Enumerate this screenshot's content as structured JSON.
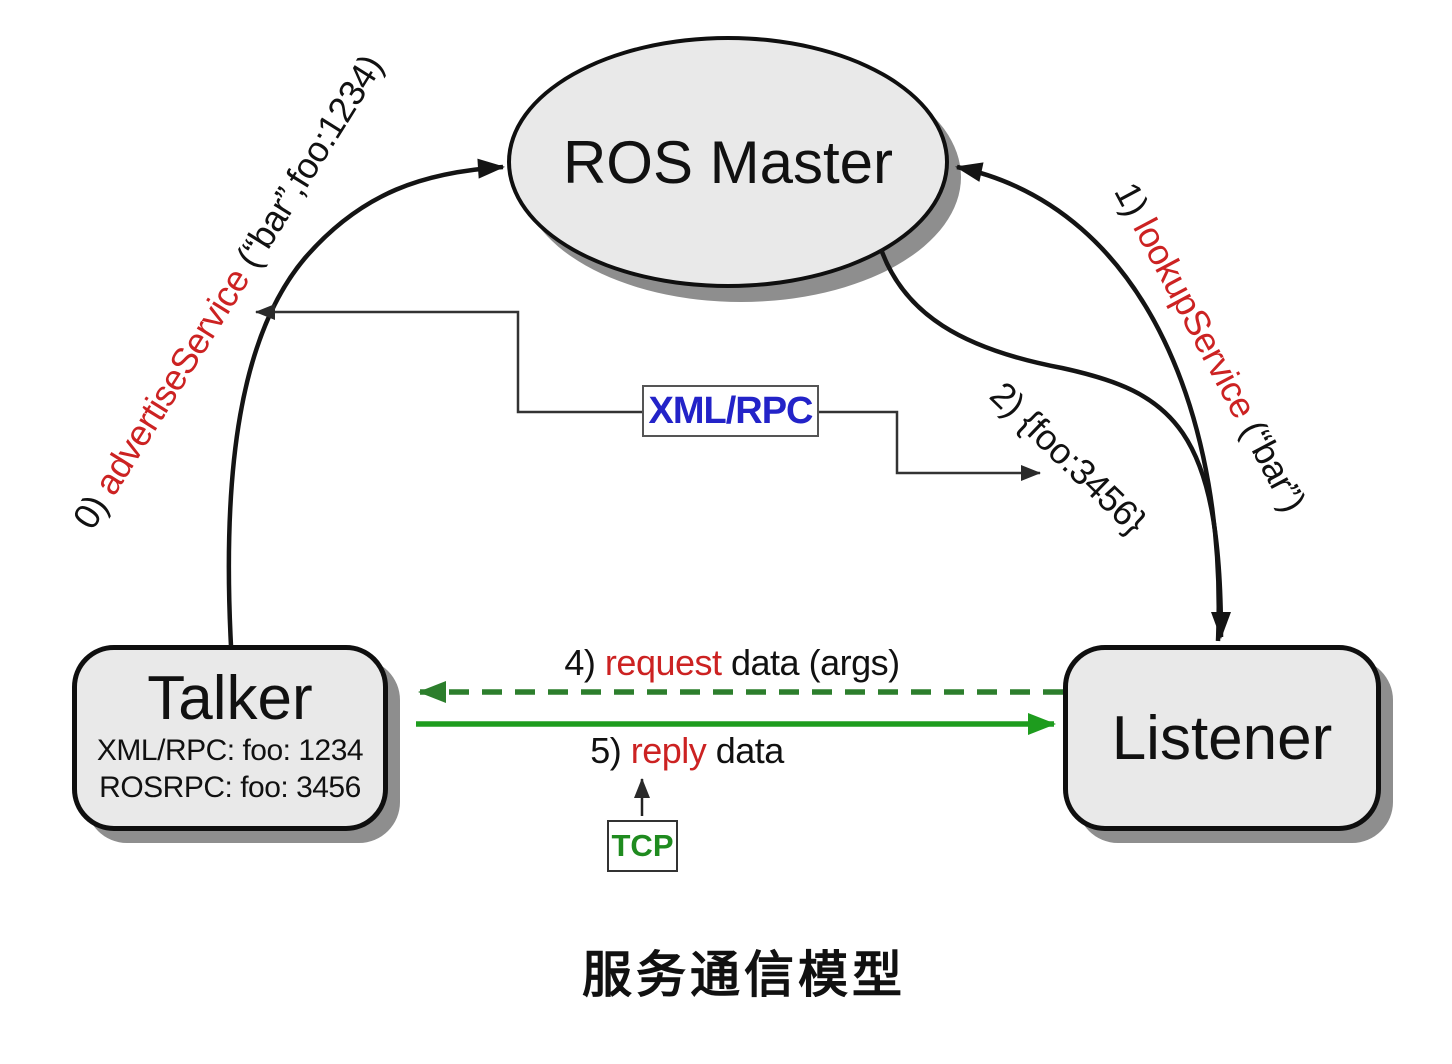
{
  "caption": "服务通信模型",
  "nodes": {
    "master": {
      "label": "ROS Master"
    },
    "talker": {
      "label": "Talker",
      "port_xmlrpc": "XML/RPC: foo: 1234",
      "port_rosrpc": "ROSRPC: foo: 3456"
    },
    "listener": {
      "label": "Listener"
    }
  },
  "protocols": {
    "xmlrpc": "XML/RPC",
    "tcp": "TCP"
  },
  "edges": {
    "advertise": {
      "num": "0) ",
      "kw": "advertiseService",
      "rest": " (“bar”,foo:1234)"
    },
    "lookup": {
      "num": "1) ",
      "kw": "lookupService",
      "rest": " (“bar”)"
    },
    "response": {
      "label": "2) {foo:3456}"
    },
    "request": {
      "num": "4) ",
      "kw": "request",
      "rest": " data (args)"
    },
    "reply": {
      "num": "5) ",
      "kw": "reply",
      "rest": " data"
    }
  },
  "colors": {
    "keyword_red": "#cc2222",
    "xmlrpc_blue": "#2323c8",
    "tcp_green": "#1f8b1f",
    "request_arrow_green": "#2c7e2c",
    "reply_arrow_green": "#1e9c1e",
    "edge_black": "#141414",
    "node_fill": "#e9e9e9",
    "node_shadow": "#8e8e8e"
  }
}
